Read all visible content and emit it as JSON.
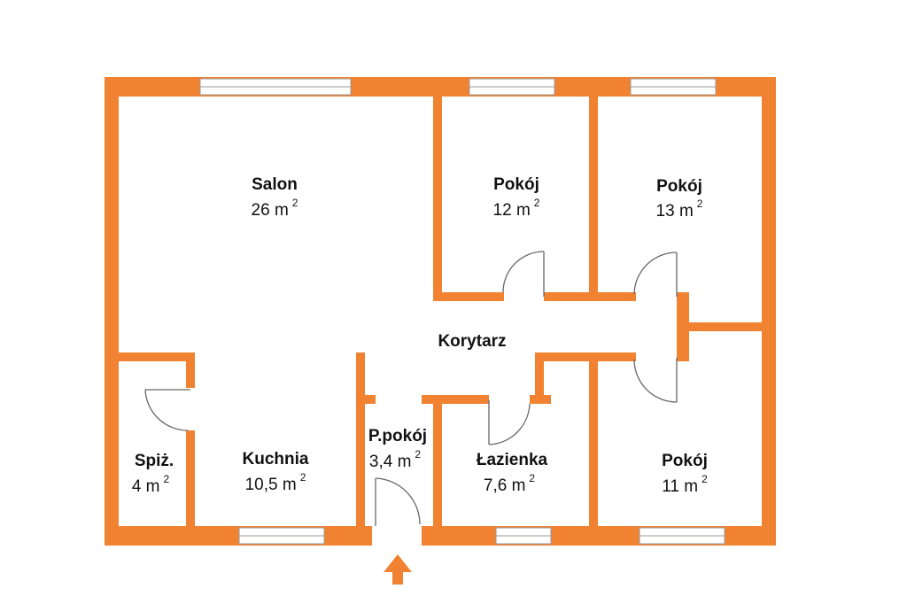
{
  "colors": {
    "wall": "#F08232",
    "window_frame": "#999999",
    "door_line": "#666666",
    "background": "#FFFFFF"
  },
  "rooms": [
    {
      "id": "salon",
      "name": "Salon",
      "area": "26 m",
      "sup": "2"
    },
    {
      "id": "pokoj-1",
      "name": "Pokój",
      "area": "12 m",
      "sup": "2"
    },
    {
      "id": "pokoj-2",
      "name": "Pokój",
      "area": "13 m",
      "sup": "2"
    },
    {
      "id": "korytarz",
      "name": "Korytarz",
      "area": "",
      "sup": ""
    },
    {
      "id": "spiz",
      "name": "Spiż.",
      "area": "4 m",
      "sup": "2"
    },
    {
      "id": "kuchnia",
      "name": "Kuchnia",
      "area": "10,5 m",
      "sup": "2"
    },
    {
      "id": "ppokoj",
      "name": "P.pokój",
      "area": "3,4 m",
      "sup": "2"
    },
    {
      "id": "lazienka",
      "name": "Łazienka",
      "area": "7,6 m",
      "sup": "2"
    },
    {
      "id": "pokoj-3",
      "name": "Pokój",
      "area": "11 m",
      "sup": "2"
    }
  ],
  "entrance": {
    "icon": "up-arrow-icon"
  }
}
